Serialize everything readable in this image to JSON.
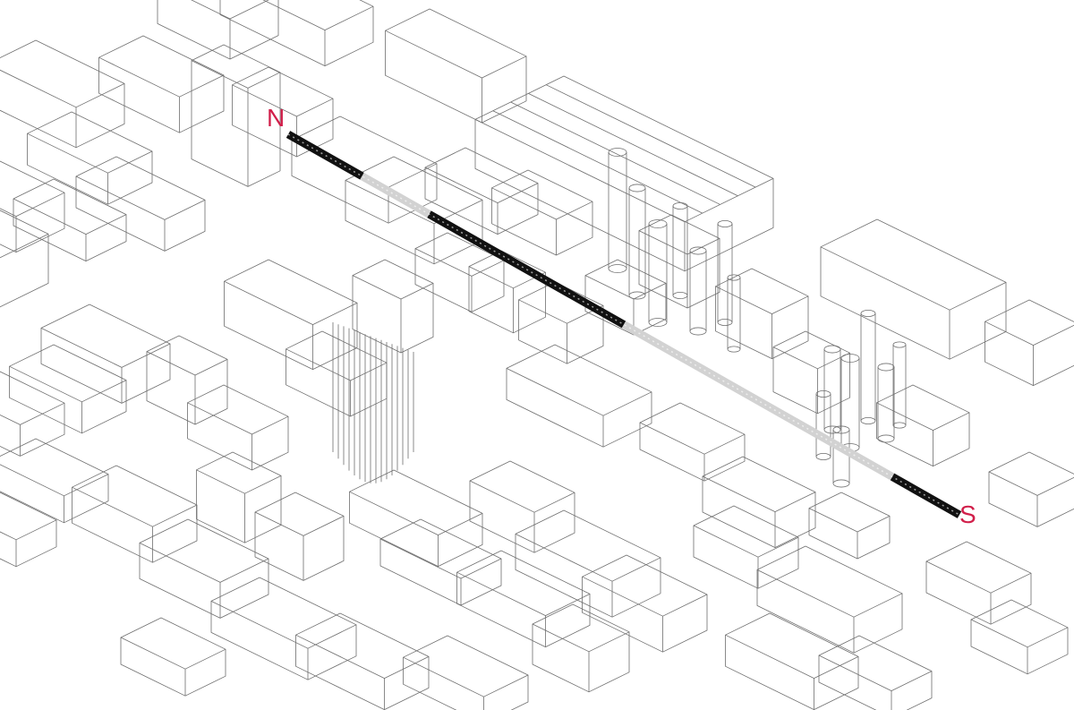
{
  "diagram": {
    "labels": {
      "north": "N",
      "south": "S"
    },
    "colors": {
      "background": "#ffffff",
      "building_line": "#6e6e6e",
      "label": "#d11f4a",
      "path_dark": "#111111",
      "path_light": "#d2d2d2"
    },
    "path": {
      "segments": [
        {
          "tone": "dark",
          "from": 0.0,
          "to": 0.11
        },
        {
          "tone": "light",
          "from": 0.11,
          "to": 0.21
        },
        {
          "tone": "dark",
          "from": 0.21,
          "to": 0.5
        },
        {
          "tone": "light",
          "from": 0.5,
          "to": 0.9
        },
        {
          "tone": "dark",
          "from": 0.9,
          "to": 1.0
        }
      ]
    }
  }
}
